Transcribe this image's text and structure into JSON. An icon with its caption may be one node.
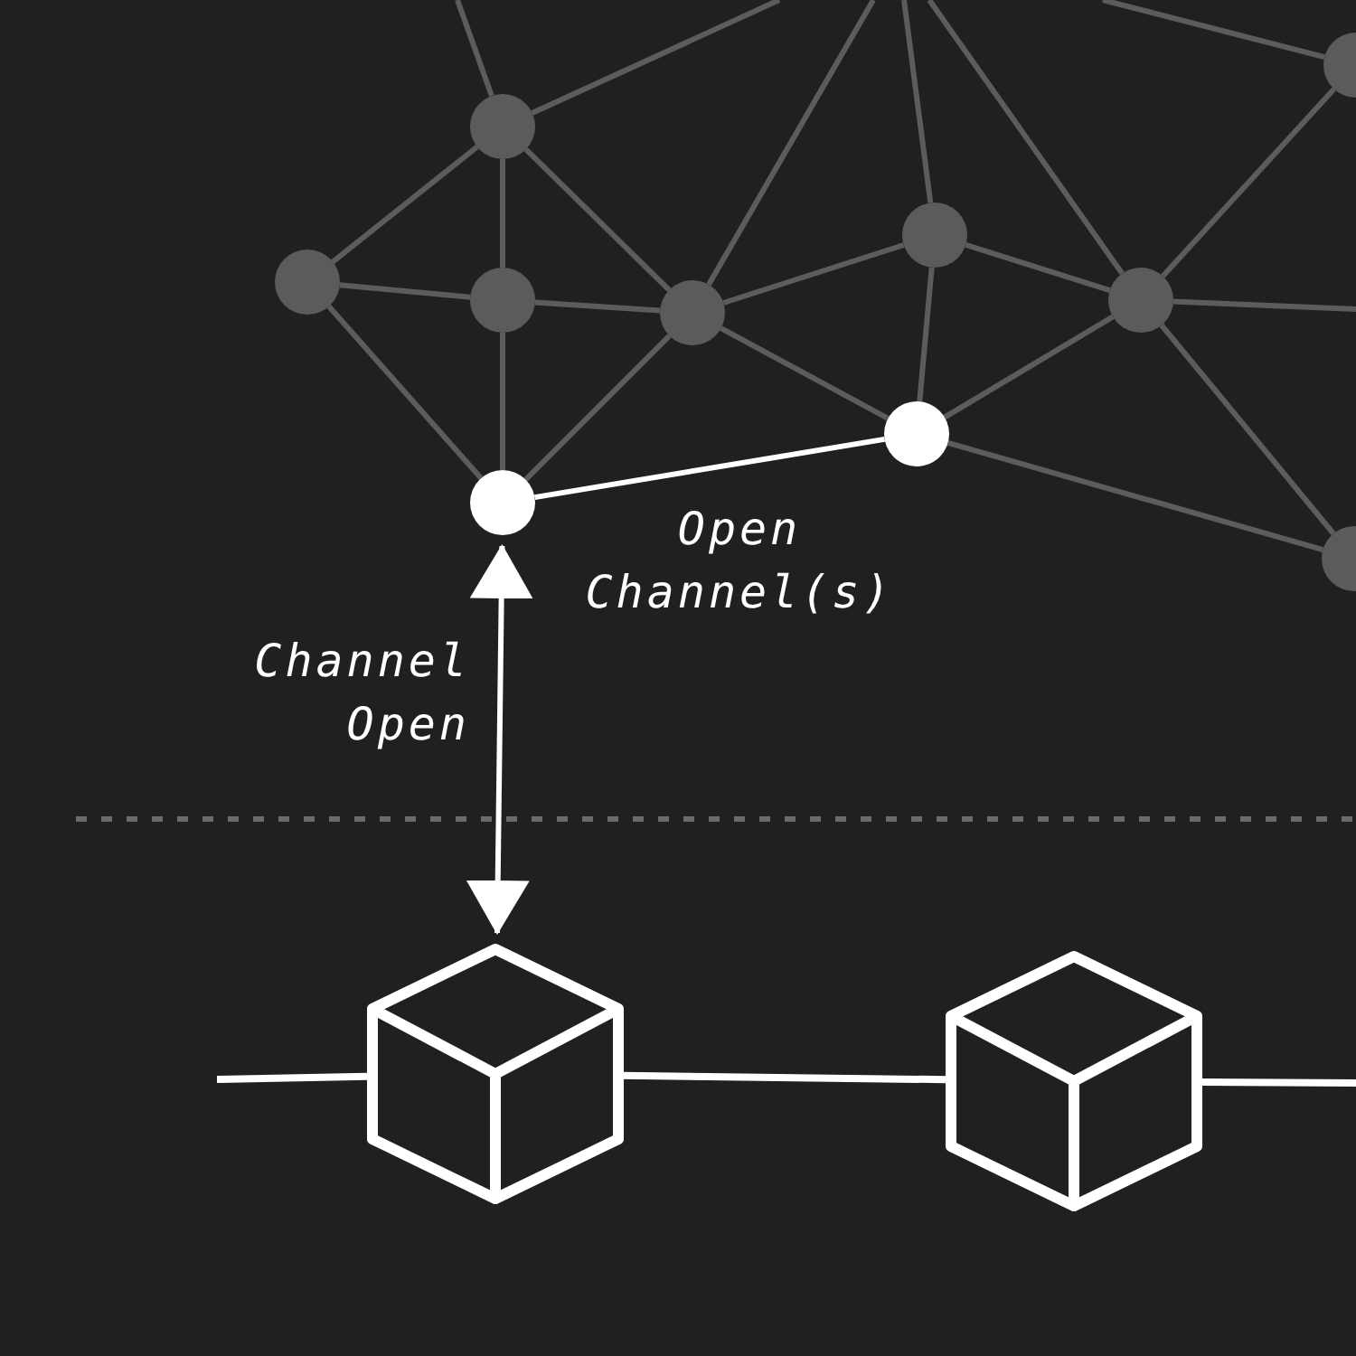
{
  "diagram": {
    "nodes": [
      {
        "text": [],
        "shape": "circle"
      },
      {
        "text": [],
        "shape": "circle"
      },
      {
        "text": [],
        "shape": "circle"
      },
      {
        "text": [],
        "shape": "circle"
      },
      {
        "text": [],
        "shape": "circle"
      },
      {
        "text": [],
        "shape": "circle"
      },
      {
        "text": [],
        "shape": "circle"
      },
      {
        "text": [],
        "shape": "circle"
      },
      {
        "text": [],
        "shape": "circle"
      },
      {
        "text": [],
        "shape": "circle"
      },
      {
        "text": [],
        "shape": "cube"
      },
      {
        "text": [],
        "shape": "cube"
      }
    ],
    "edges": [
      {
        "from": null,
        "to": 0,
        "arrow": "none"
      },
      {
        "from": 0,
        "to": null,
        "arrow": "none"
      },
      {
        "from": 0,
        "to": 2,
        "arrow": "none"
      },
      {
        "from": 0,
        "to": 3,
        "arrow": "none"
      },
      {
        "from": 0,
        "to": 4,
        "arrow": "none"
      },
      {
        "from": 2,
        "to": 3,
        "arrow": "none"
      },
      {
        "from": 2,
        "to": 8,
        "arrow": "none"
      },
      {
        "from": 3,
        "to": 4,
        "arrow": "none"
      },
      {
        "from": 3,
        "to": 8,
        "arrow": "none"
      },
      {
        "from": 4,
        "to": 8,
        "arrow": "none"
      },
      {
        "from": 4,
        "to": null,
        "arrow": "none"
      },
      {
        "from": 4,
        "to": 5,
        "arrow": "none"
      },
      {
        "from": 4,
        "to": 7,
        "arrow": "none"
      },
      {
        "from": 5,
        "to": null,
        "arrow": "none"
      },
      {
        "from": null,
        "to": 6,
        "arrow": "none"
      },
      {
        "from": 5,
        "to": 6,
        "arrow": "none"
      },
      {
        "from": 5,
        "to": 7,
        "arrow": "none"
      },
      {
        "from": 1,
        "to": null,
        "arrow": "none"
      },
      {
        "from": 1,
        "to": 6,
        "arrow": "none"
      },
      {
        "from": 6,
        "to": null,
        "arrow": "none"
      },
      {
        "from": 6,
        "to": 7,
        "arrow": "none"
      },
      {
        "from": 6,
        "to": 9,
        "arrow": "none"
      },
      {
        "from": 7,
        "to": 9,
        "arrow": "none"
      },
      {
        "from": 8,
        "to": 7,
        "arrow": "none",
        "label": "Open Channel(s)",
        "color": "#ffffff"
      },
      {
        "from": 8,
        "to": 10,
        "arrow": "both",
        "label": "Channel Open",
        "color": "#ffffff"
      },
      {
        "from": null,
        "to": 10,
        "arrow": "none",
        "color": "#ffffff"
      },
      {
        "from": 10,
        "to": 11,
        "arrow": "none",
        "color": "#ffffff"
      },
      {
        "from": 11,
        "to": null,
        "arrow": "none",
        "color": "#ffffff"
      }
    ]
  }
}
